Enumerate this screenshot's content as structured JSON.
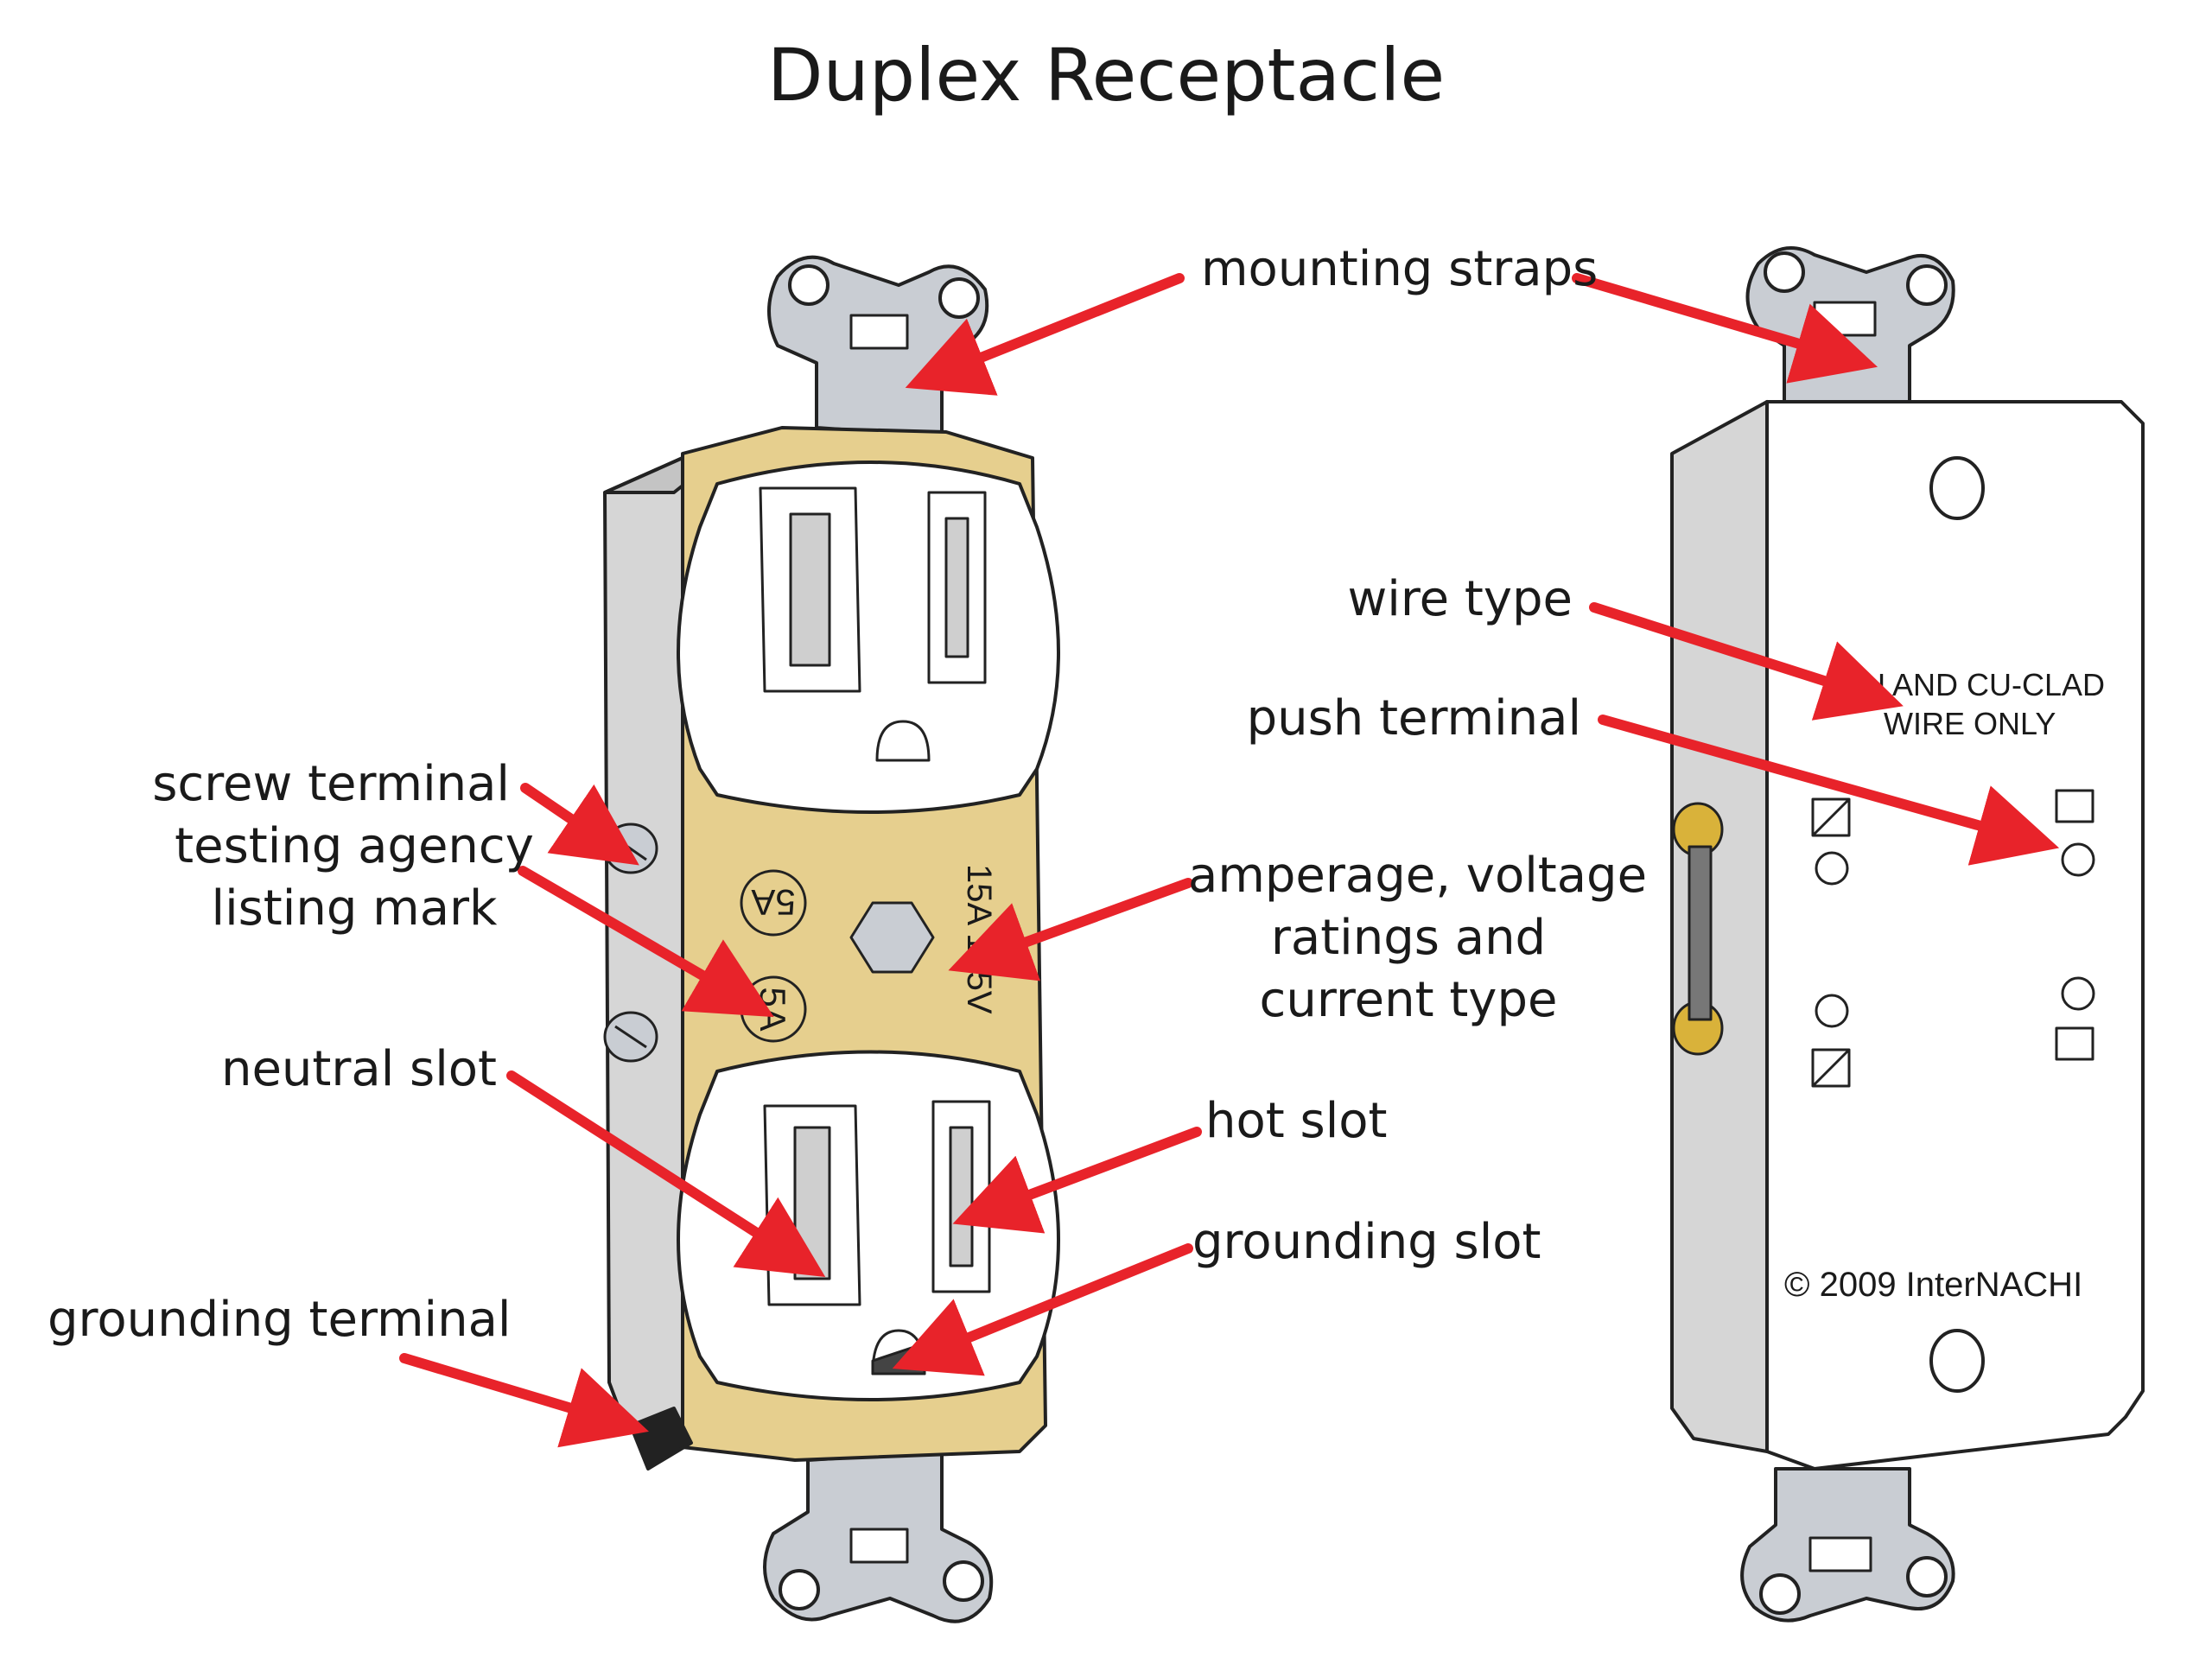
{
  "title": "Duplex Receptacle",
  "labels": {
    "mounting_straps": "mounting straps",
    "wire_type": "wire type",
    "push_terminal": "push terminal",
    "screw_terminal": "screw terminal",
    "testing_agency_1": "testing agency",
    "testing_agency_2": "listing mark",
    "amperage_1": "amperage, voltage",
    "amperage_2": "ratings and",
    "amperage_3": "current type",
    "neutral_slot": "neutral slot",
    "hot_slot": "hot slot",
    "grounding_slot": "grounding slot",
    "grounding_terminal": "grounding terminal"
  },
  "device_text": {
    "rating": "15A 125V",
    "listing_mark_top": "5A",
    "listing_mark_bottom": "5A",
    "wire_line_1": "CU AND CU-CLAD",
    "wire_line_2": "WIRE ONLY",
    "copyright": "© 2009 InterNACHI"
  },
  "colors": {
    "arrow": "#e8232a",
    "brass": "#e6cf8e",
    "body_white": "#ffffff",
    "body_gray": "#d6d6d6",
    "metal": "#c9cdd3",
    "outline": "#222222"
  }
}
